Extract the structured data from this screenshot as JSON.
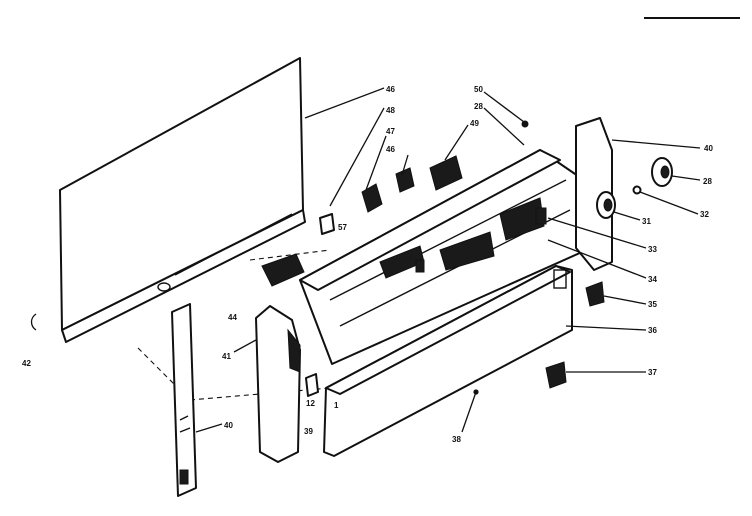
{
  "labels": [
    {
      "key": "n1",
      "text": "46"
    },
    {
      "key": "n2",
      "text": "48"
    },
    {
      "key": "n3",
      "text": "47"
    },
    {
      "key": "n4",
      "text": "46"
    },
    {
      "key": "n5",
      "text": "49"
    },
    {
      "key": "n6",
      "text": "57"
    },
    {
      "key": "n7",
      "text": "50"
    },
    {
      "key": "n8",
      "text": "28"
    },
    {
      "key": "n9",
      "text": "40"
    },
    {
      "key": "n10",
      "text": "28"
    },
    {
      "key": "n11",
      "text": "31"
    },
    {
      "key": "n12",
      "text": "32"
    },
    {
      "key": "n13",
      "text": "33"
    },
    {
      "key": "n14",
      "text": "34"
    },
    {
      "key": "n15",
      "text": "35"
    },
    {
      "key": "n16",
      "text": "36"
    },
    {
      "key": "n17",
      "text": "37"
    },
    {
      "key": "n18",
      "text": "38"
    },
    {
      "key": "n19",
      "text": "39"
    },
    {
      "key": "n20",
      "text": "40"
    },
    {
      "key": "n21",
      "text": "41"
    },
    {
      "key": "n22",
      "text": "42"
    },
    {
      "key": "n23",
      "text": "44"
    },
    {
      "key": "n24",
      "text": "1"
    },
    {
      "key": "n25",
      "text": "12"
    }
  ]
}
